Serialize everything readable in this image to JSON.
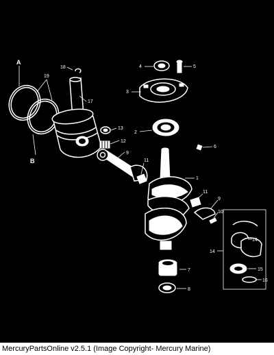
{
  "caption": "MercuryPartsOnline v2.5.1 (Image Copyright- Mercury Marine)",
  "colors": {
    "background": "#000000",
    "line": "#ffffff",
    "footer_bg": "#ffffff",
    "footer_text": "#000000"
  },
  "letters": {
    "a": "A",
    "b": "B"
  },
  "callouts": {
    "c1": "1",
    "c2": "2",
    "c3": "3",
    "c4": "4",
    "c5": "5",
    "c6": "6",
    "c7": "7",
    "c8": "8",
    "c9a": "9",
    "c9b": "9",
    "c10": "10",
    "c11a": "11",
    "c11b": "11",
    "c12": "12",
    "c13": "13",
    "c14a": "14",
    "c14b": "14",
    "c15": "15",
    "c16": "16",
    "c17": "17",
    "c18": "18",
    "c19": "19"
  }
}
